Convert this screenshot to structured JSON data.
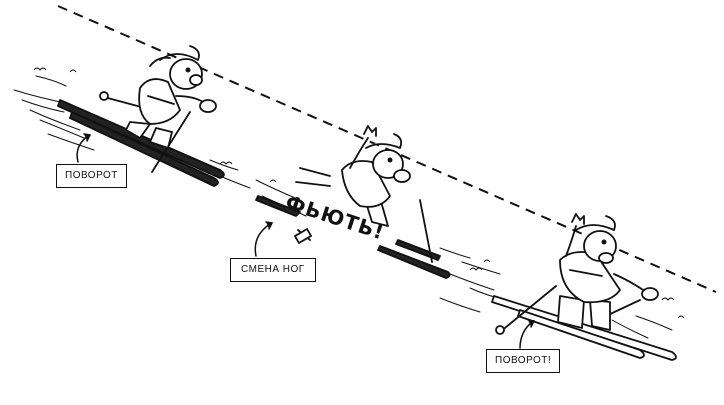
{
  "labels": {
    "turn_1": "ПОВОРОТ",
    "leg_change": "СМЕНА НОГ",
    "turn_2": "ПОВОРОТ!"
  },
  "sound_effect": "ФЬЮТЬ!",
  "figures": {
    "skier_1_icon": "skier-icon",
    "skier_2_icon": "skier-icon",
    "skier_3_icon": "skier-icon"
  },
  "colors": {
    "ink": "#111111",
    "background": "#ffffff"
  }
}
